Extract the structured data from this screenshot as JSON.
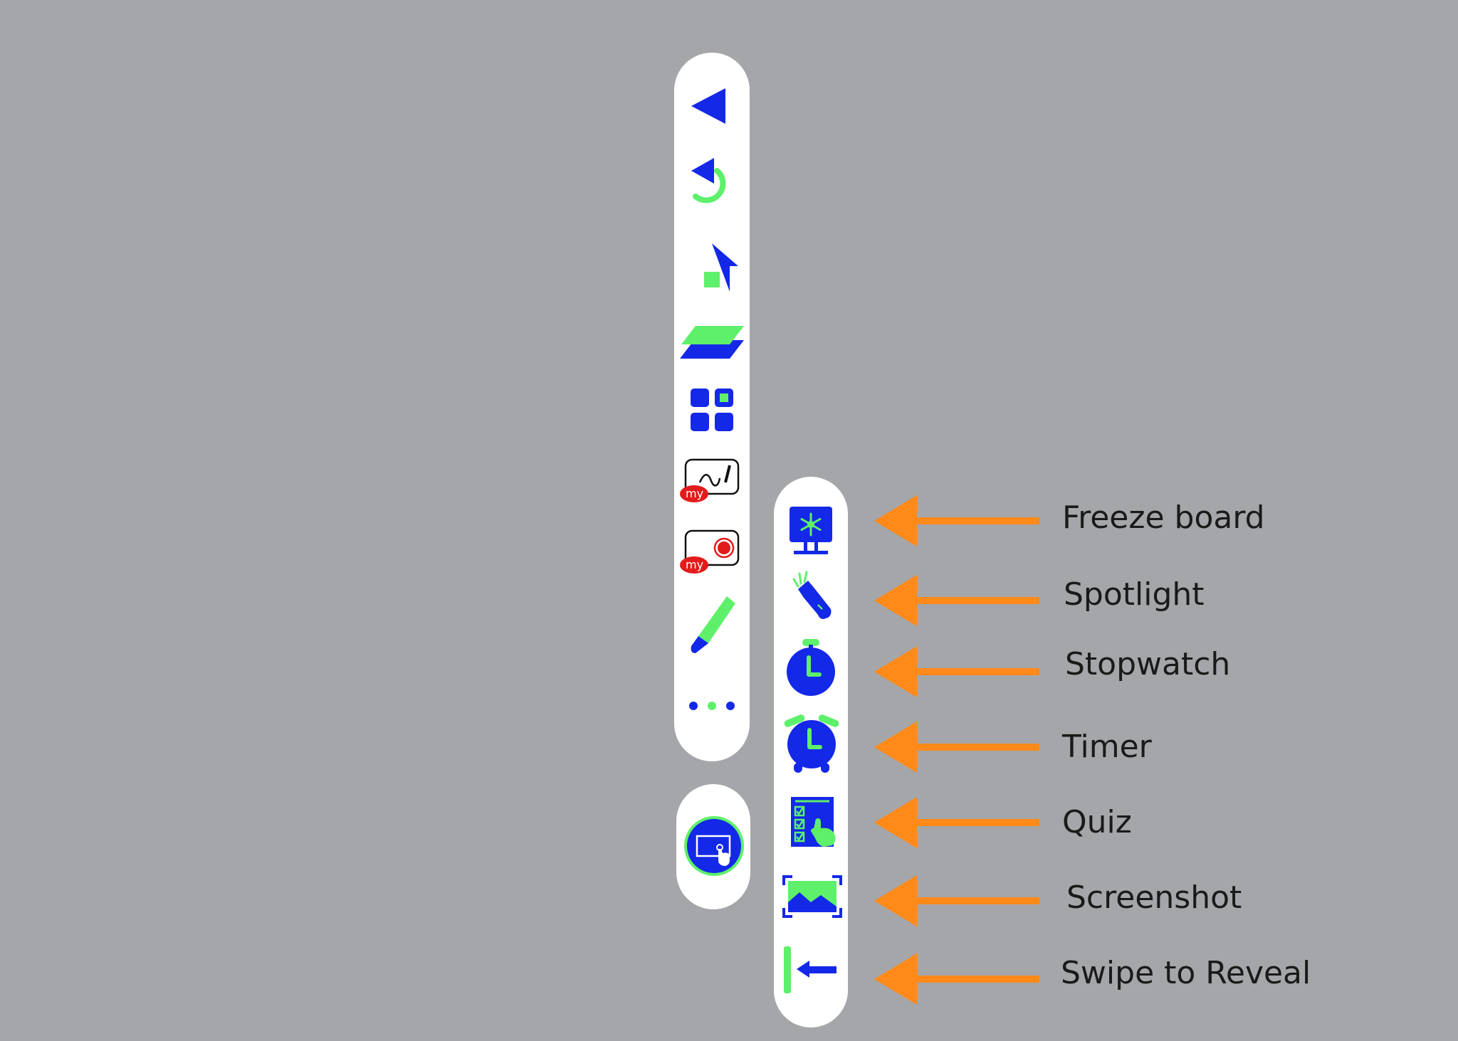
{
  "colors": {
    "background": "#a5a6a9",
    "panel": "#ffffff",
    "icon_blue": "#1428e8",
    "icon_green": "#5ef06a",
    "brand_red": "#e21b1b",
    "arrow_orange": "#ff8a1a"
  },
  "main_toolbar": {
    "items": [
      {
        "icon": "back-triangle-icon"
      },
      {
        "icon": "undo-icon"
      },
      {
        "icon": "home-icon"
      },
      {
        "icon": "layers-icon"
      },
      {
        "icon": "apps-grid-icon"
      },
      {
        "icon": "my-whiteboard-icon",
        "badge": "my"
      },
      {
        "icon": "my-recorder-icon",
        "badge": "my"
      },
      {
        "icon": "marker-icon"
      },
      {
        "icon": "more-dots-icon"
      }
    ]
  },
  "touch_toolbar": {
    "items": [
      {
        "icon": "touch-screen-icon"
      }
    ]
  },
  "tools_toolbar": {
    "items": [
      {
        "icon": "freeze-board-icon",
        "label": "Freeze board"
      },
      {
        "icon": "spotlight-icon",
        "label": "Spotlight"
      },
      {
        "icon": "stopwatch-icon",
        "label": "Stopwatch"
      },
      {
        "icon": "timer-icon",
        "label": "Timer"
      },
      {
        "icon": "quiz-icon",
        "label": "Quiz"
      },
      {
        "icon": "screenshot-icon",
        "label": "Screenshot"
      },
      {
        "icon": "swipe-to-reveal-icon",
        "label": "Swipe to Reveal"
      }
    ]
  }
}
